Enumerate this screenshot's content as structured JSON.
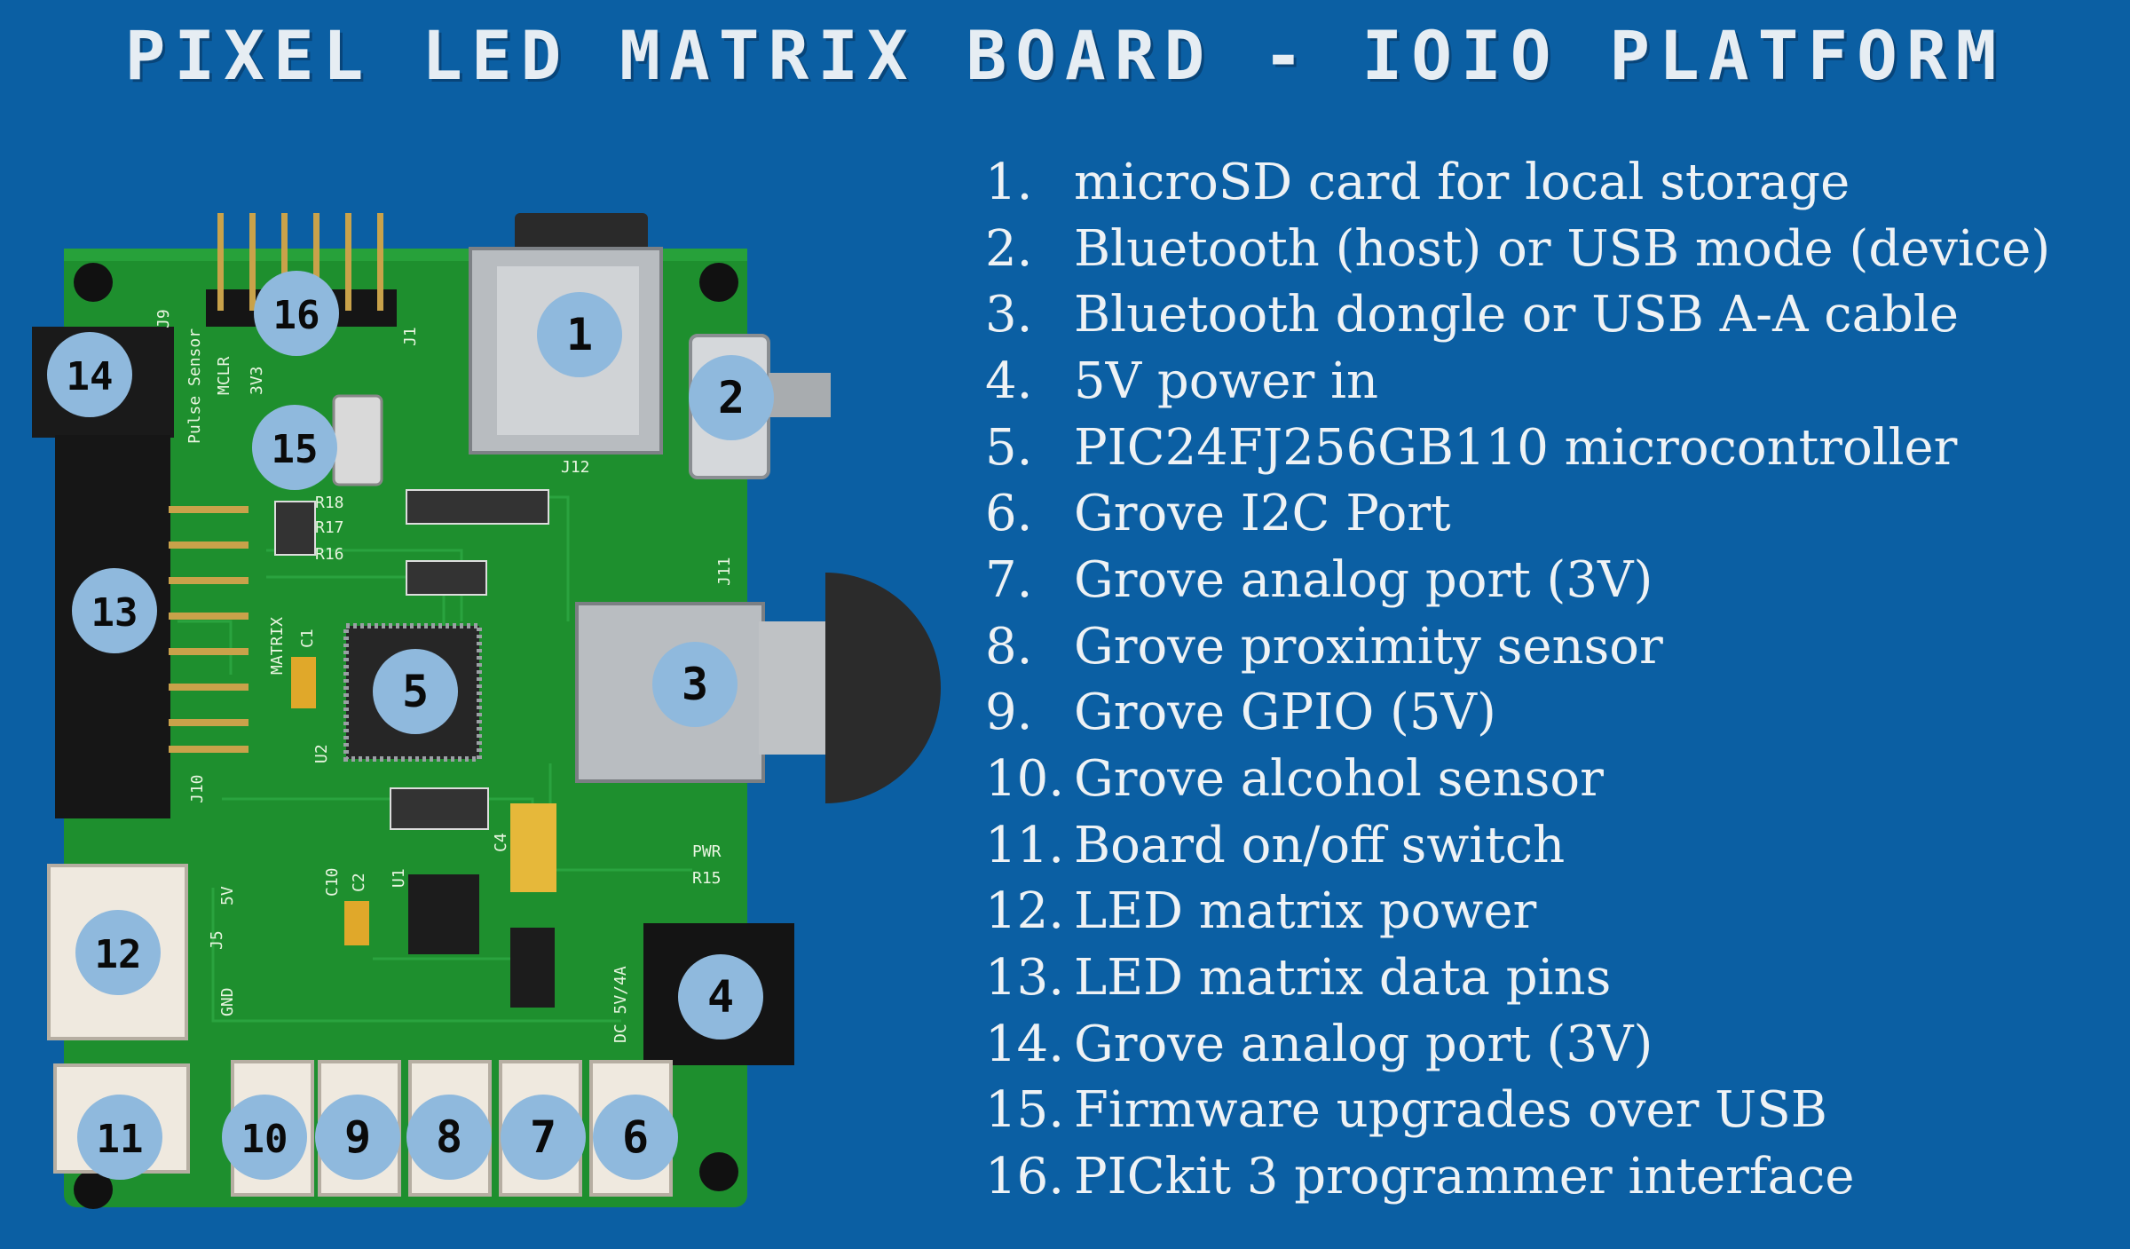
{
  "title": "PIXEL LED MATRIX BOARD - IOIO PLATFORM",
  "legend": [
    {
      "num": "1.",
      "text": "microSD card for local storage"
    },
    {
      "num": "2.",
      "text": "Bluetooth (host) or USB mode (device)"
    },
    {
      "num": "3.",
      "text": "Bluetooth dongle or USB A-A cable"
    },
    {
      "num": "4.",
      "text": "5V power in"
    },
    {
      "num": "5.",
      "text": "PIC24FJ256GB110 microcontroller"
    },
    {
      "num": "6.",
      "text": "Grove I2C Port"
    },
    {
      "num": "7.",
      "text": "Grove analog port (3V)"
    },
    {
      "num": "8.",
      "text": "Grove proximity sensor"
    },
    {
      "num": "9.",
      "text": "Grove GPIO (5V)"
    },
    {
      "num": "10.",
      "text": "Grove alcohol sensor"
    },
    {
      "num": "11.",
      "text": "Board on/off switch"
    },
    {
      "num": "12.",
      "text": "LED matrix power"
    },
    {
      "num": "13.",
      "text": "LED matrix data pins"
    },
    {
      "num": "14.",
      "text": "Grove analog port (3V)"
    },
    {
      "num": "15.",
      "text": "Firmware upgrades over USB"
    },
    {
      "num": "16.",
      "text": "PICkit 3 programmer interface"
    }
  ],
  "callouts": [
    "1",
    "2",
    "3",
    "4",
    "5",
    "6",
    "7",
    "8",
    "9",
    "10",
    "11",
    "12",
    "13",
    "14",
    "15",
    "16"
  ],
  "silkscreen": {
    "pulse_sensor": "Pulse Sensor",
    "matrix": "MATRIX",
    "dc": "DC 5V/4A",
    "v5": "5V",
    "gnd": "GND",
    "j1": "J1",
    "j5": "J5",
    "j9": "J9",
    "j10": "J10",
    "j11": "J11",
    "j12": "J12",
    "u1": "U1",
    "u2": "U2",
    "pwr": "PWR",
    "mclr": "MCLR",
    "v3v3": "3V3",
    "c1": "C1",
    "c2": "C2",
    "c4": "C4",
    "c10": "C10",
    "r15": "R15",
    "r16": "R16",
    "r17": "R17",
    "r18": "R18"
  },
  "colors": {
    "background": "#0b5fa3",
    "pcb": "#1e8f2e",
    "callout_fill": "#8fb9dd",
    "text": "#eef2f5"
  }
}
